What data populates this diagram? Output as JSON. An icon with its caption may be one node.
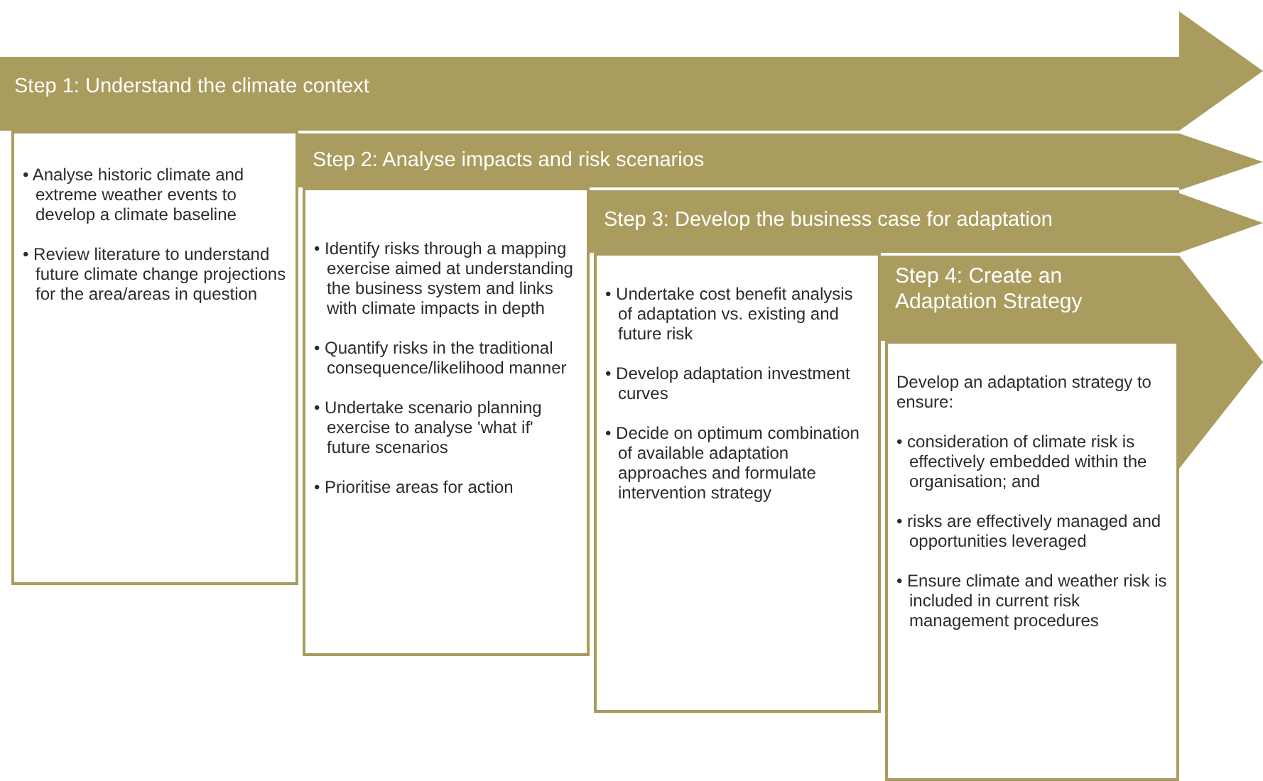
{
  "diagram": {
    "nodes": [
      {
        "text": [
          "Step 1: Understand the climate context"
        ]
      },
      {
        "text": [
          "• Analyse historic climate and extreme weather events to develop a climate baseline",
          "• Review literature to understand future climate change projections for the area/areas in question"
        ]
      },
      {
        "text": [
          "Step 2: Analyse impacts and risk scenarios"
        ]
      },
      {
        "text": [
          "• Identify risks through a mapping exercise aimed at understanding the business system and links with climate impacts in depth",
          "• Quantify risks in the traditional consequence/likelihood manner",
          "• Undertake scenario planning exercise to analyse 'what if' future scenarios",
          "• Prioritise areas for action"
        ]
      },
      {
        "text": [
          "Step 3: Develop the business case for adaptation"
        ]
      },
      {
        "text": [
          "• Undertake cost benefit analysis of adaptation vs. existing and future risk",
          "• Develop adaptation investment curves",
          "• Decide on optimum combination of available adaptation approaches and formulate intervention strategy"
        ]
      },
      {
        "text": [
          "Step 4: Create an Adaptation Strategy"
        ]
      },
      {
        "text": [
          "Develop an adaptation strategy to ensure:",
          "• consideration of climate risk is effectively embedded within the organisation; and",
          "• risks are effectively managed and opportunities leveraged",
          "• Ensure climate and weather risk is included in current risk management procedures"
        ]
      }
    ],
    "edges": []
  }
}
